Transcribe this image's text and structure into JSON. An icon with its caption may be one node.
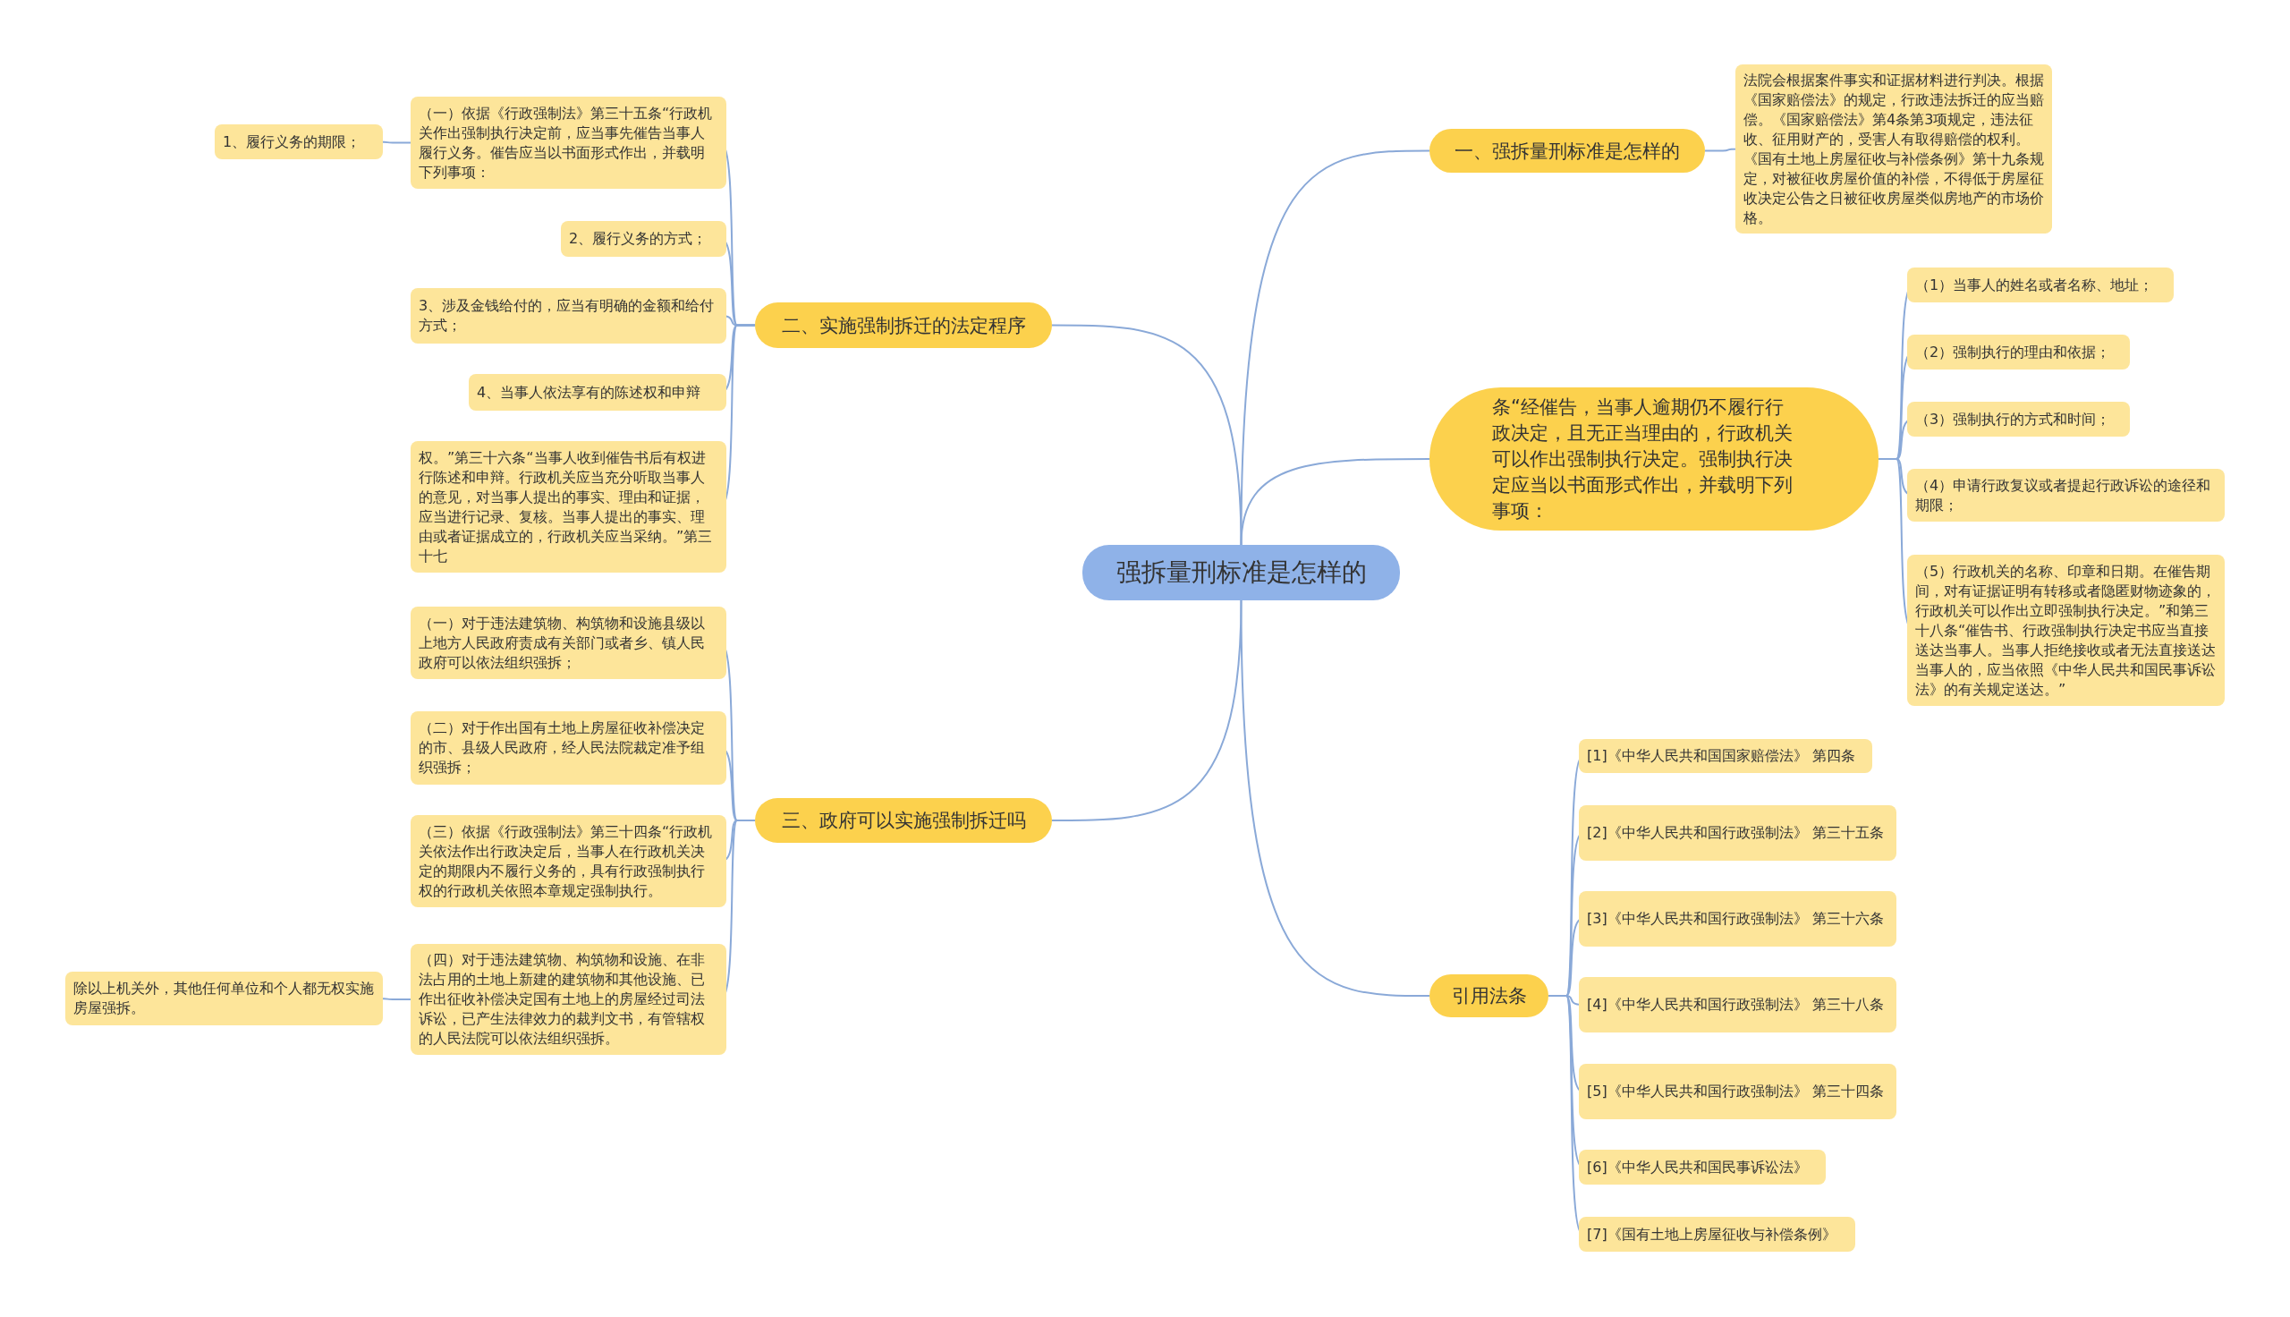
{
  "diagram": {
    "nodes": [
      {
        "text": [
          "强拆量刑标准是怎样的"
        ]
      },
      {
        "text": [
          "一、强拆量刑标准是怎样的"
        ]
      },
      {
        "text": [
          "法院会根据案件事实和证据材料进行判决。根据《国家赔偿法》的规定，行政违法拆迁的应当赔偿。《国家赔偿法》第4条第3项规定，违法征收、征用财产的，受害人有取得赔偿的权利。《国有土地上房屋征收与补偿条例》第十九条规定，对被征收房屋价值的补偿，不得低于房屋征收决定公告之日被征收房屋类似房地产的市场价格。"
        ]
      },
      {
        "text": [
          "条“经催告，当事人逾期仍不履行行政决定，且无正当理由的，行政机关可以作出强制执行决定。强制执行决定应当以书面形式作出，并载明下列事项："
        ]
      },
      {
        "text": [
          "（1）当事人的姓名或者名称、地址；"
        ]
      },
      {
        "text": [
          "（2）强制执行的理由和依据；"
        ]
      },
      {
        "text": [
          "（3）强制执行的方式和时间；"
        ]
      },
      {
        "text": [
          "（4）申请行政复议或者提起行政诉讼的途径和期限；"
        ]
      },
      {
        "text": [
          "（5）行政机关的名称、印章和日期。在催告期间，对有证据证明有转移或者隐匿财物迹象的，行政机关可以作出立即强制执行决定。”和第三十八条“催告书、行政强制执行决定书应当直接送达当事人。当事人拒绝接收或者无法直接送达当事人的，应当依照《中华人民共和国民事诉讼法》的有关规定送达。”"
        ]
      },
      {
        "text": [
          "引用法条"
        ]
      },
      {
        "text": [
          "[1]《中华人民共和国国家赔偿法》 第四条"
        ]
      },
      {
        "text": [
          "[2]《中华人民共和国行政强制法》 第三十五条"
        ]
      },
      {
        "text": [
          "[3]《中华人民共和国行政强制法》 第三十六条"
        ]
      },
      {
        "text": [
          "[4]《中华人民共和国行政强制法》 第三十八条"
        ]
      },
      {
        "text": [
          "[5]《中华人民共和国行政强制法》 第三十四条"
        ]
      },
      {
        "text": [
          "[6]《中华人民共和国民事诉讼法》"
        ]
      },
      {
        "text": [
          "[7]《国有土地上房屋征收与补偿条例》"
        ]
      },
      {
        "text": [
          "二、实施强制拆迁的法定程序"
        ]
      },
      {
        "text": [
          "（一）依据《行政强制法》第三十五条“行政机关作出强制执行决定前，应当事先催告当事人履行义务。催告应当以书面形式作出，并载明下列事项："
        ]
      },
      {
        "text": [
          "1、履行义务的期限；"
        ]
      },
      {
        "text": [
          "2、履行义务的方式；"
        ]
      },
      {
        "text": [
          "3、涉及金钱给付的，应当有明确的金额和给付方式；"
        ]
      },
      {
        "text": [
          "4、当事人依法享有的陈述权和申辩"
        ]
      },
      {
        "text": [
          "权。”第三十六条“当事人收到催告书后有权进行陈述和申辩。行政机关应当充分听取当事人的意见，对当事人提出的事实、理由和证据，应当进行记录、复核。当事人提出的事实、理由或者证据成立的，行政机关应当采纳。”第三十七"
        ]
      },
      {
        "text": [
          "三、政府可以实施强制拆迁吗"
        ]
      },
      {
        "text": [
          "（一）对于违法建筑物、构筑物和设施县级以上地方人民政府责成有关部门或者乡、镇人民政府可以依法组织强拆；"
        ]
      },
      {
        "text": [
          "（二）对于作出国有土地上房屋征收补偿决定的市、县级人民政府，经人民法院裁定准予组织强拆；"
        ]
      },
      {
        "text": [
          "（三）依据《行政强制法》第三十四条“行政机关依法作出行政决定后，当事人在行政机关决定的期限内不履行义务的，具有行政强制执行权的行政机关依照本章规定强制执行。"
        ]
      },
      {
        "text": [
          "（四）对于违法建筑物、构筑物和设施、在非法占用的土地上新建的建筑物和其他设施、已作出征收补偿决定国有土地上的房屋经过司法诉讼，已产生法律效力的裁判文书，有管辖权的人民法院可以依法组织强拆。"
        ]
      },
      {
        "text": [
          "除以上机关外，其他任何单位和个人都无权实施房屋强拆。"
        ]
      }
    ],
    "edges": [
      {
        "from": 0,
        "to": 1,
        "arrow": "none"
      },
      {
        "from": 1,
        "to": 2,
        "arrow": "none"
      },
      {
        "from": 0,
        "to": 3,
        "arrow": "none"
      },
      {
        "from": 3,
        "to": 4,
        "arrow": "none"
      },
      {
        "from": 3,
        "to": 5,
        "arrow": "none"
      },
      {
        "from": 3,
        "to": 6,
        "arrow": "none"
      },
      {
        "from": 3,
        "to": 7,
        "arrow": "none"
      },
      {
        "from": 3,
        "to": 8,
        "arrow": "none"
      },
      {
        "from": 0,
        "to": 9,
        "arrow": "none"
      },
      {
        "from": 9,
        "to": 10,
        "arrow": "none"
      },
      {
        "from": 9,
        "to": 11,
        "arrow": "none"
      },
      {
        "from": 9,
        "to": 12,
        "arrow": "none"
      },
      {
        "from": 9,
        "to": 13,
        "arrow": "none"
      },
      {
        "from": 9,
        "to": 14,
        "arrow": "none"
      },
      {
        "from": 9,
        "to": 15,
        "arrow": "none"
      },
      {
        "from": 9,
        "to": 16,
        "arrow": "none"
      },
      {
        "from": 0,
        "to": 17,
        "arrow": "none"
      },
      {
        "from": 17,
        "to": 18,
        "arrow": "none"
      },
      {
        "from": 18,
        "to": 19,
        "arrow": "none"
      },
      {
        "from": 17,
        "to": 20,
        "arrow": "none"
      },
      {
        "from": 17,
        "to": 21,
        "arrow": "none"
      },
      {
        "from": 17,
        "to": 22,
        "arrow": "none"
      },
      {
        "from": 17,
        "to": 23,
        "arrow": "none"
      },
      {
        "from": 0,
        "to": 24,
        "arrow": "none"
      },
      {
        "from": 24,
        "to": 25,
        "arrow": "none"
      },
      {
        "from": 24,
        "to": 26,
        "arrow": "none"
      },
      {
        "from": 24,
        "to": 27,
        "arrow": "none"
      },
      {
        "from": 24,
        "to": 28,
        "arrow": "none"
      },
      {
        "from": 28,
        "to": 29,
        "arrow": "none"
      }
    ]
  }
}
